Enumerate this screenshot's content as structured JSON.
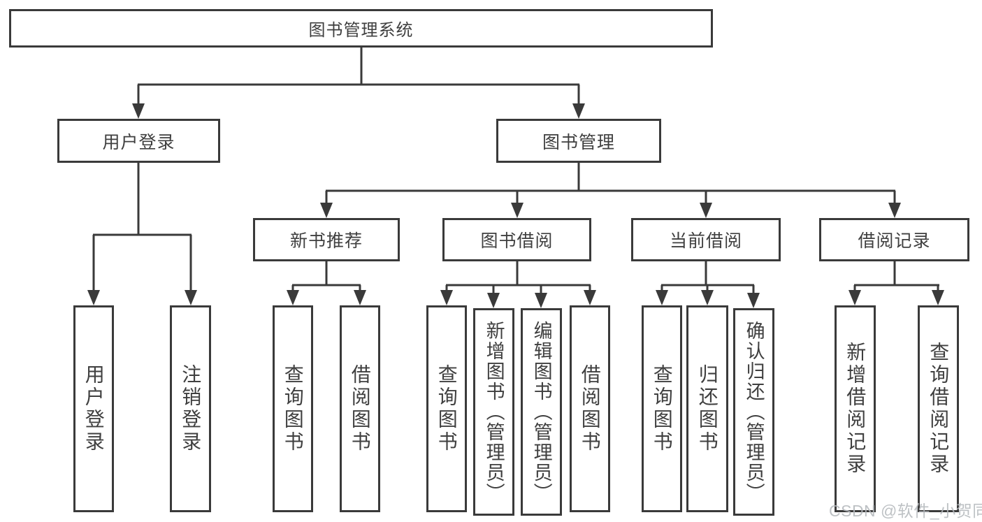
{
  "diagram": {
    "root": {
      "label": "图书管理系统"
    },
    "branches": [
      {
        "label": "用户登录",
        "children": [
          {
            "label": "用户登录"
          },
          {
            "label": "注销登录"
          }
        ]
      },
      {
        "label": "图书管理",
        "children": [
          {
            "label": "新书推荐",
            "children": [
              {
                "label": "查询图书"
              },
              {
                "label": "借阅图书"
              }
            ]
          },
          {
            "label": "图书借阅",
            "children": [
              {
                "label": "查询图书"
              },
              {
                "label": "新增图书（管理员）"
              },
              {
                "label": "编辑图书（管理员）"
              },
              {
                "label": "借阅图书"
              }
            ]
          },
          {
            "label": "当前借阅",
            "children": [
              {
                "label": "查询图书"
              },
              {
                "label": "归还图书"
              },
              {
                "label": "确认归还（管理员）"
              }
            ]
          },
          {
            "label": "借阅记录",
            "children": [
              {
                "label": "新增借阅记录"
              },
              {
                "label": "查询借阅记录"
              }
            ]
          }
        ]
      }
    ]
  },
  "watermark": {
    "text": "CSDN @软件_小贺同学"
  },
  "colors": {
    "line": "#3a3a3a",
    "text": "#3f3f3f",
    "background": "#ffffff",
    "watermark": "#b5b9bd"
  }
}
